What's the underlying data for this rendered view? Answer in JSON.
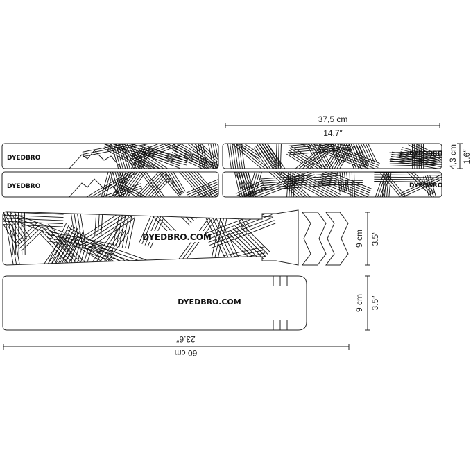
{
  "brand": {
    "logo_text": "DYEDBRO",
    "url_text": "DYEDBRO.COM"
  },
  "dimensions": {
    "strip_length_cm": "37,5 cm",
    "strip_length_in": "14.7″",
    "strip_height_cm": "4,3 cm",
    "strip_height_in": "1.6″",
    "down_tube_height_cm": "9 cm",
    "down_tube_height_in": "3.5″",
    "mudguard_height_cm": "9 cm",
    "mudguard_height_in": "3.5″",
    "total_length_cm": "60 cm",
    "total_length_in": "23.6″"
  },
  "colors": {
    "line": "#111111",
    "background": "#ffffff"
  }
}
